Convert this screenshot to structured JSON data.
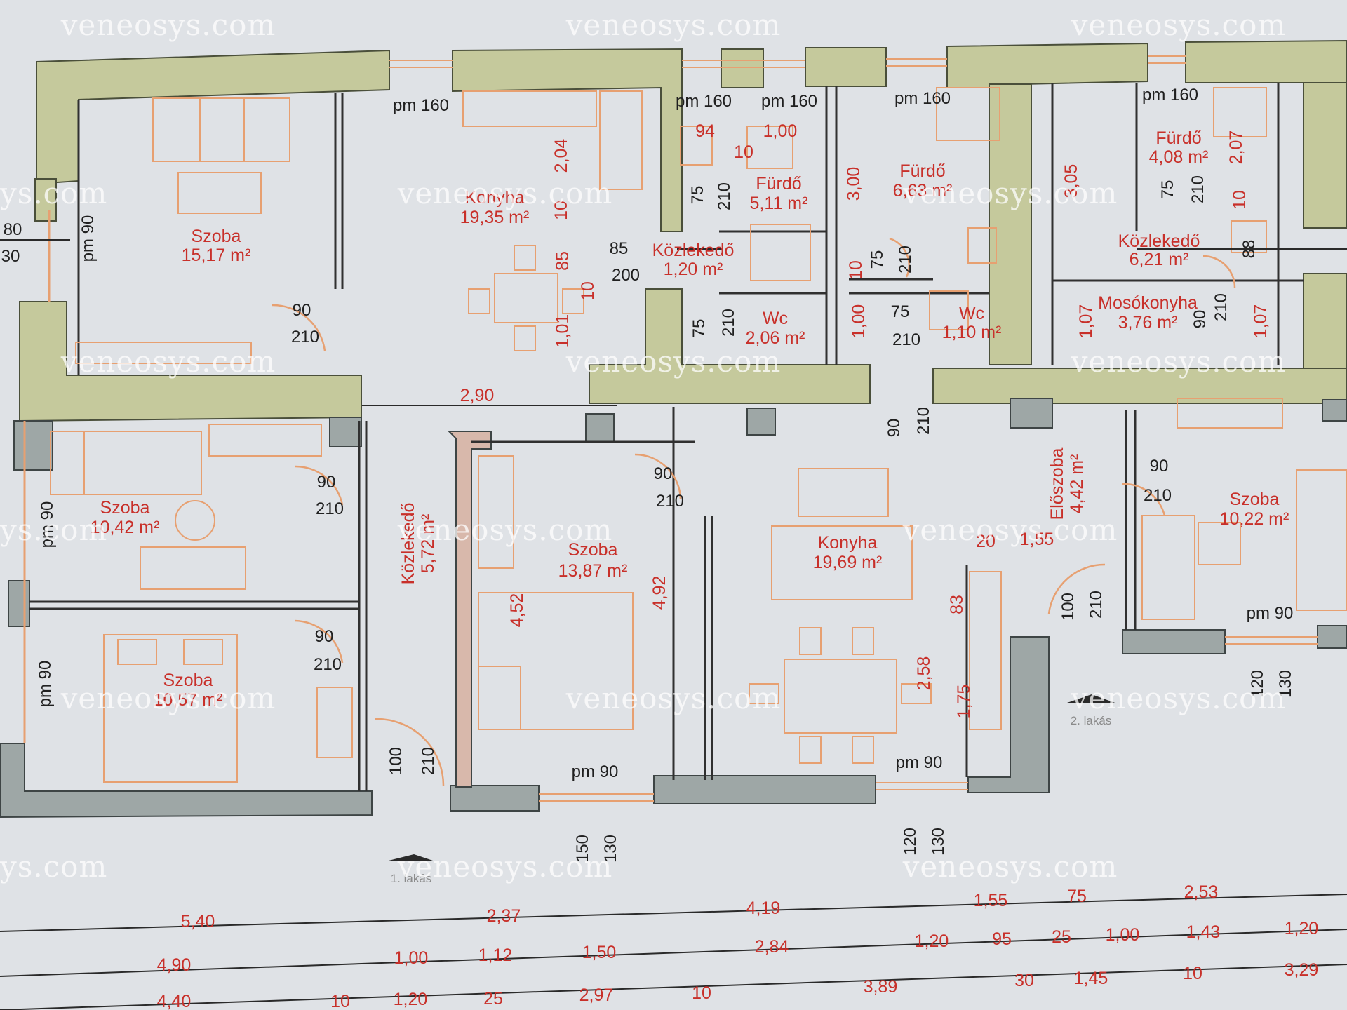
{
  "colors": {
    "paper": "#dfe2e6",
    "wall_outer": "#c5c99c",
    "wall_gray": "#9ea7a6",
    "furniture": "#e7a071",
    "text_red": "#c8302a",
    "text_black": "#202020"
  },
  "watermark": "veneosys.com",
  "rooms": [
    {
      "name": "Szoba",
      "area": "15,17 m²"
    },
    {
      "name": "Konyha",
      "area": "19,35 m²"
    },
    {
      "name": "Közlekedő",
      "area": "1,20 m²"
    },
    {
      "name": "Fürdő",
      "area": "5,11 m²"
    },
    {
      "name": "Wc",
      "area": "2,06 m²"
    },
    {
      "name": "Fürdő",
      "area": "6,63 m²"
    },
    {
      "name": "Wc",
      "area": "1,10 m²"
    },
    {
      "name": "Fürdő",
      "area": "4,08 m²"
    },
    {
      "name": "Közlekedő",
      "area": "6,21 m²"
    },
    {
      "name": "Mosókonyha",
      "area": "3,76 m²"
    },
    {
      "name": "Szoba",
      "area": "10,42 m²"
    },
    {
      "name": "Szoba",
      "area": "10,57 m²"
    },
    {
      "name": "Közlekedő",
      "area": "5,72 m²"
    },
    {
      "name": "Szoba",
      "area": "13,87 m²"
    },
    {
      "name": "Konyha",
      "area": "19,69 m²"
    },
    {
      "name": "Előszoba",
      "area": "4,42 m²"
    },
    {
      "name": "Szoba",
      "area": "10,22 m²"
    }
  ],
  "window_labels": [
    "pm 160",
    "pm 160",
    "pm 160",
    "pm 160",
    "pm 160",
    "pm 90",
    "pm 90",
    "pm 90",
    "pm 90",
    "pm 90",
    "pm 90"
  ],
  "door_labels": {
    "sizes_90": "90",
    "sizes_210": "210",
    "sizes_100": "100",
    "sizes_75": "75",
    "sizes_85": "85",
    "sizes_200": "200",
    "sizes_150": "150",
    "sizes_130": "130",
    "sizes_120": "120",
    "sizes_80": "80",
    "sizes_30": "30",
    "sizes_88": "88"
  },
  "inner_dimensions": [
    "2,04",
    "10",
    "85",
    "10",
    "1,01",
    "94",
    "10",
    "1,00",
    "3,00",
    "10",
    "1,00",
    "3,05",
    "2,07",
    "10",
    "1,07",
    "1,07",
    "2,90",
    "4,52",
    "4,92",
    "20",
    "1,55",
    "83",
    "2,58",
    "1,75"
  ],
  "entrances": [
    "1. lakás",
    "2. lakás"
  ],
  "dimension_rows": [
    [
      "5,40",
      "2,37",
      "4,19",
      "1,55",
      "75",
      "2,53"
    ],
    [
      "4,90",
      "1,00",
      "1,12",
      "1,50",
      "2,84",
      "1,20",
      "95",
      "25",
      "1,00",
      "1,43",
      "1,20"
    ],
    [
      "4,40",
      "10",
      "1,20",
      "25",
      "2,97",
      "10",
      "3,89",
      "30",
      "1,45",
      "10",
      "3,29"
    ]
  ]
}
